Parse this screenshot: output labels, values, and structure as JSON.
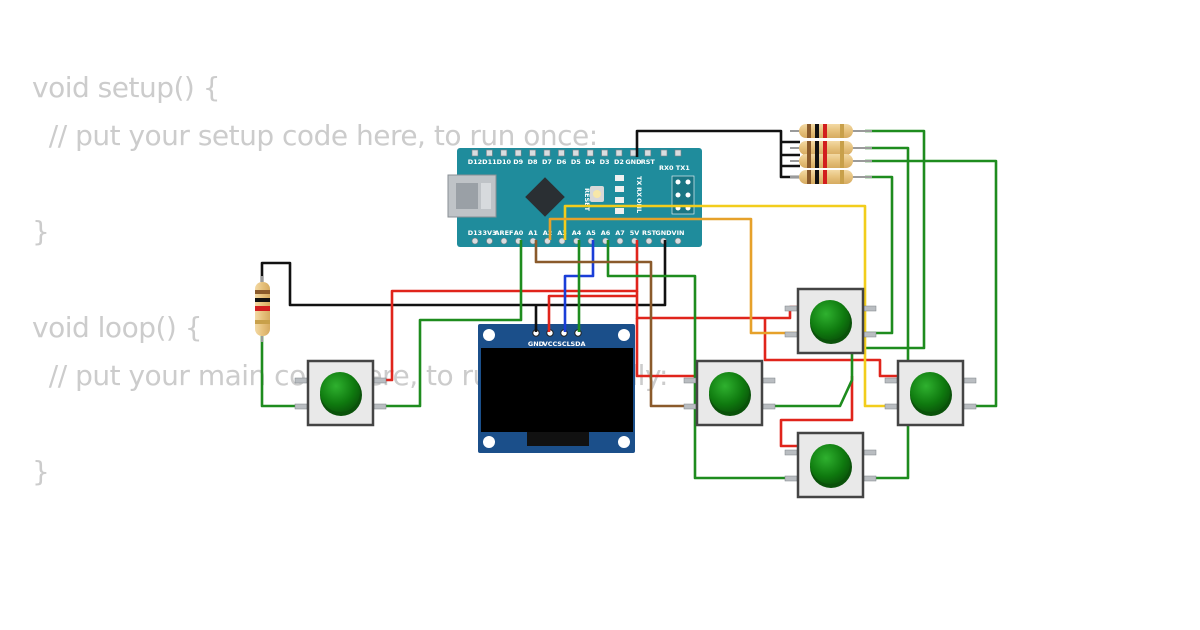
{
  "editor": {
    "code_lines": [
      "void setup() {",
      "  // put your setup code here, to run once:",
      "",
      "}",
      "",
      "void loop() {",
      "  // put your main code here, to run repeatedly:",
      "",
      "}"
    ]
  },
  "arduino": {
    "top_pins": [
      "D12",
      "D11",
      "D10",
      "D9",
      "D8",
      "D7",
      "D6",
      "D5",
      "D4",
      "D3",
      "D2",
      "GND",
      "RST"
    ],
    "bottom_pins": [
      "D13",
      "3V3",
      "AREF",
      "A0",
      "A1",
      "A2",
      "A3",
      "A4",
      "A5",
      "A6",
      "A7",
      "5V",
      "RST",
      "GND",
      "VIN"
    ],
    "leds": [
      "TX",
      "RX",
      "ON",
      "L"
    ],
    "serial_label": "RX0 TX1",
    "reset_label": "RESET",
    "board_color": "#1f8c9c"
  },
  "oled": {
    "pins": [
      "GND",
      "VCC",
      "SCL",
      "SDA"
    ],
    "board_color": "#1b4f8a"
  },
  "wire_colors": {
    "black": "#111111",
    "red": "#e0241b",
    "green": "#1e8c1e",
    "blue": "#1a3ed8",
    "yellow": "#f2cd1c",
    "orange": "#e6a12a",
    "brown": "#8a5a2b"
  }
}
